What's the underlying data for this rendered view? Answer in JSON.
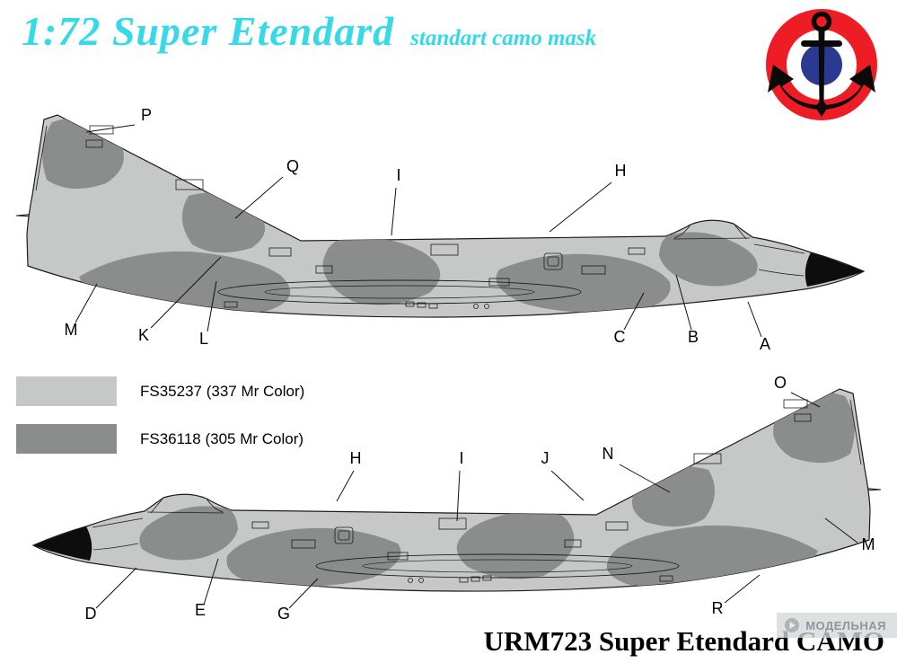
{
  "header": {
    "title": "1:72 Super Etendard",
    "subtitle": "standart camo mask"
  },
  "logo": {
    "icon": "french-navy-anchor-roundel",
    "colors": {
      "ring_red": "#ee1c25",
      "inner_white": "#ffffff",
      "center_blue": "#2b3990",
      "anchor_black": "#0a0a0a"
    }
  },
  "palette": {
    "camo_light": "#c6c8c7",
    "camo_dark": "#8b8d8c",
    "title_cyan": "#35d9e8",
    "nose_black": "#0d0d0d"
  },
  "legend": {
    "items": [
      {
        "swatch": "#c6c8c7",
        "label": "FS35237 (337 Mr Color)"
      },
      {
        "swatch": "#8b8d8c",
        "label": "FS36118 (305 Mr Color)"
      }
    ]
  },
  "top_view": {
    "description": "right-facing side profile with camo mask callouts",
    "labels": [
      "P",
      "Q",
      "I",
      "H",
      "M",
      "K",
      "L",
      "C",
      "B",
      "A"
    ]
  },
  "bottom_view": {
    "description": "left-facing side profile with camo mask callouts",
    "labels": [
      "O",
      "H",
      "I",
      "J",
      "N",
      "M",
      "D",
      "E",
      "G",
      "R"
    ]
  },
  "footer": {
    "code": "URM723 Super Etendard CAMO"
  },
  "watermark": {
    "text": "МОДЕЛЬНАЯ"
  }
}
